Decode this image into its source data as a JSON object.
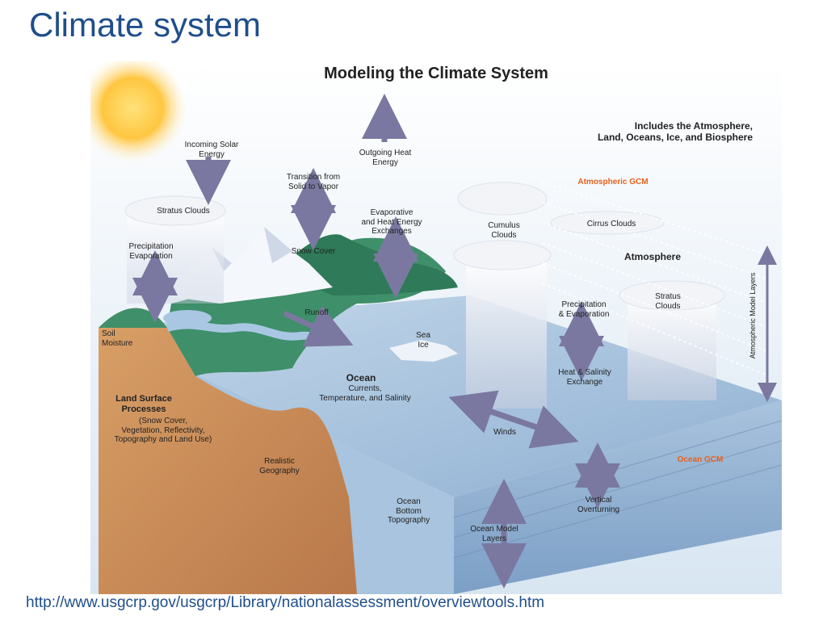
{
  "slide": {
    "title": "Climate system",
    "source_url": "http://www.usgcrp.gov/usgcrp/Library/nationalassessment/overviewtools.htm"
  },
  "figure": {
    "title": "Modeling the Climate System",
    "subtitle": "Includes the Atmosphere,\nLand, Oceans, Ice, and Biosphere",
    "labels": {
      "incoming_solar": "Incoming Solar\nEnergy",
      "outgoing_heat": "Outgoing Heat\nEnergy",
      "transition": "Transition from\nSolid to Vapor",
      "evaporative": "Evaporative\nand Heat Energy\nExchanges",
      "stratus_left": "Stratus Clouds",
      "precip_evap_left": "Precipitation\nEvaporation",
      "snow_cover": "Snow Cover",
      "runoff": "Runoff",
      "soil_moisture": "Soil\nMoisture",
      "sea_ice": "Sea\nIce",
      "ocean": "Ocean",
      "ocean_sub": "Currents,\nTemperature, and Salinity",
      "land_surface_title": "Land Surface\nProcesses",
      "land_surface_sub": "(Snow Cover,\nVegetation, Reflectivity,\nTopography and Land Use)",
      "realistic_geo": "Realistic\nGeography",
      "ocean_bottom": "Ocean\nBottom\nTopography",
      "ocean_model_layers": "Ocean Model\nLayers",
      "vertical_overturning": "Vertical\nOverturning",
      "winds": "Winds",
      "heat_salinity": "Heat & Salinity\nExchange",
      "precip_evap_right": "Precipitation\n& Evaporation",
      "cumulus": "Cumulus\nClouds",
      "cirrus": "Cirrus Clouds",
      "atmosphere": "Atmosphere",
      "stratus_right": "Stratus\nClouds",
      "atm_gcm": "Atmospheric GCM",
      "ocean_gcm": "Ocean GCM",
      "atm_model_layers": "Atmospheric Model Layers"
    }
  },
  "colors": {
    "title_blue": "#1f4e8c",
    "accent_orange": "#e8601c",
    "arrow_purple": "#7a78a0",
    "ocean_blue": "#9fbad6",
    "land_green": "#3f8f6a",
    "soil_brown": "#c98a4e"
  }
}
